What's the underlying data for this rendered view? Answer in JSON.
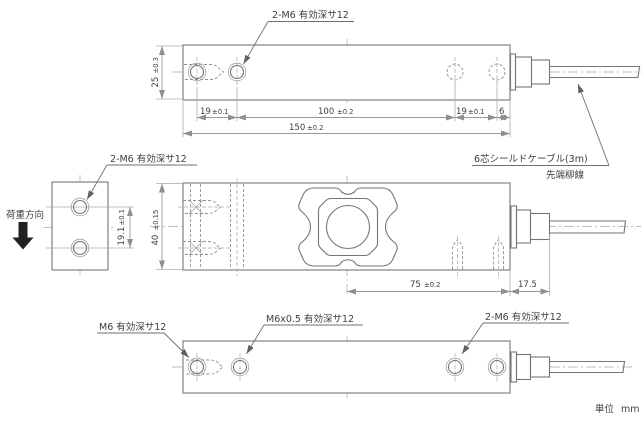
{
  "labels": {
    "top_hole": "2-M6 有効深サ12",
    "side_hole": "2-M6 有効深サ12",
    "load_direction": "荷重方向",
    "cable": "6芯シールドケーブル(3m)",
    "cable_tip": "先端柳線",
    "bottom_m6": "M6 有効深サ12",
    "bottom_m6x05": "M6x0.5 有効深サ12",
    "bottom_2m6": "2-M6 有効深サ12",
    "unit_label": "単位",
    "unit_value": "mm"
  },
  "dims": {
    "w25": {
      "v": "25",
      "t": "±0.3"
    },
    "p19l": {
      "v": "19",
      "t": "±0.1"
    },
    "p100": {
      "v": "100",
      "t": "±0.2"
    },
    "p19r": {
      "v": "19",
      "t": "±0.1"
    },
    "p6": {
      "v": "6",
      "t": ""
    },
    "l150": {
      "v": "150",
      "t": "±0.2"
    },
    "p19_1": {
      "v": "19.1",
      "t": "±0.1"
    },
    "h40": {
      "v": "40",
      "t": "±0.15"
    },
    "p75": {
      "v": "75",
      "t": "±0.2"
    },
    "p17_5": {
      "v": "17.5",
      "t": ""
    }
  },
  "colors": {
    "outline": "#757575",
    "centerline": "#bcbcbc",
    "text": "#3e3e3e",
    "load_arrow": "#222222"
  }
}
